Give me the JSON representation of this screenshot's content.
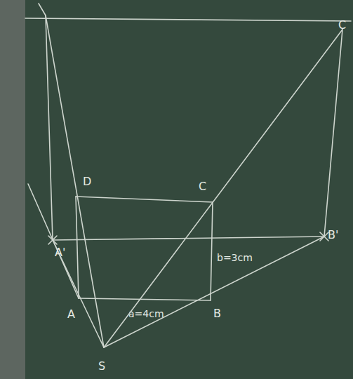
{
  "diagram": {
    "labels": [
      "C",
      "D",
      "C",
      "A'",
      "b=3cm",
      "B'",
      "A",
      "a=4cm",
      "B",
      "S"
    ]
  }
}
